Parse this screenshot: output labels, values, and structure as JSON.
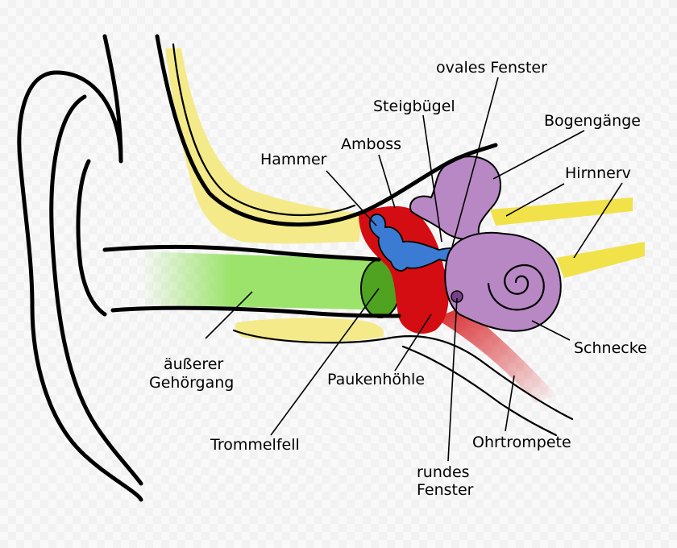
{
  "labels": {
    "ovales_fenster": "ovales Fenster",
    "steigbuegel": "Steigbügel",
    "bogengaenge": "Bogengänge",
    "amboss": "Amboss",
    "hammer": "Hammer",
    "hirnnerv": "Hirnnerv",
    "gehoergang_1": "äußerer",
    "gehoergang_2": "Gehörgang",
    "paukenhoehle": "Paukenhöhle",
    "schnecke": "Schnecke",
    "trommelfell": "Trommelfell",
    "ohrtrompete": "Ohrtrompete",
    "rundes_fenster_1": "rundes",
    "rundes_fenster_2": "Fenster"
  },
  "colors": {
    "bone": "#f5ea8a",
    "canal": "#9be36a",
    "eardrum": "#4fa320",
    "middle_ear": "#d40d12",
    "ossicles": "#3b7bd4",
    "inner_ear": "#b888c4",
    "nerve": "#f1e24a",
    "outline": "#000000"
  }
}
